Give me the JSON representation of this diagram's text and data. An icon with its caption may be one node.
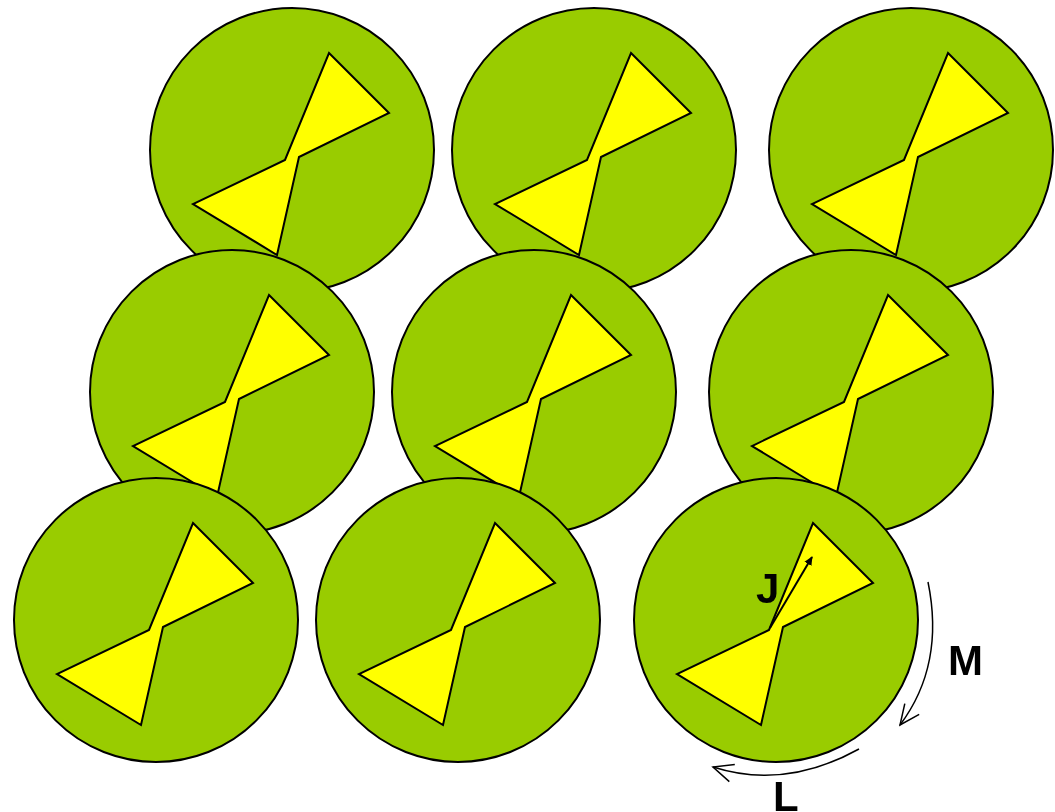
{
  "diagram": {
    "labels": [
      "J",
      "M",
      "L"
    ]
  }
}
